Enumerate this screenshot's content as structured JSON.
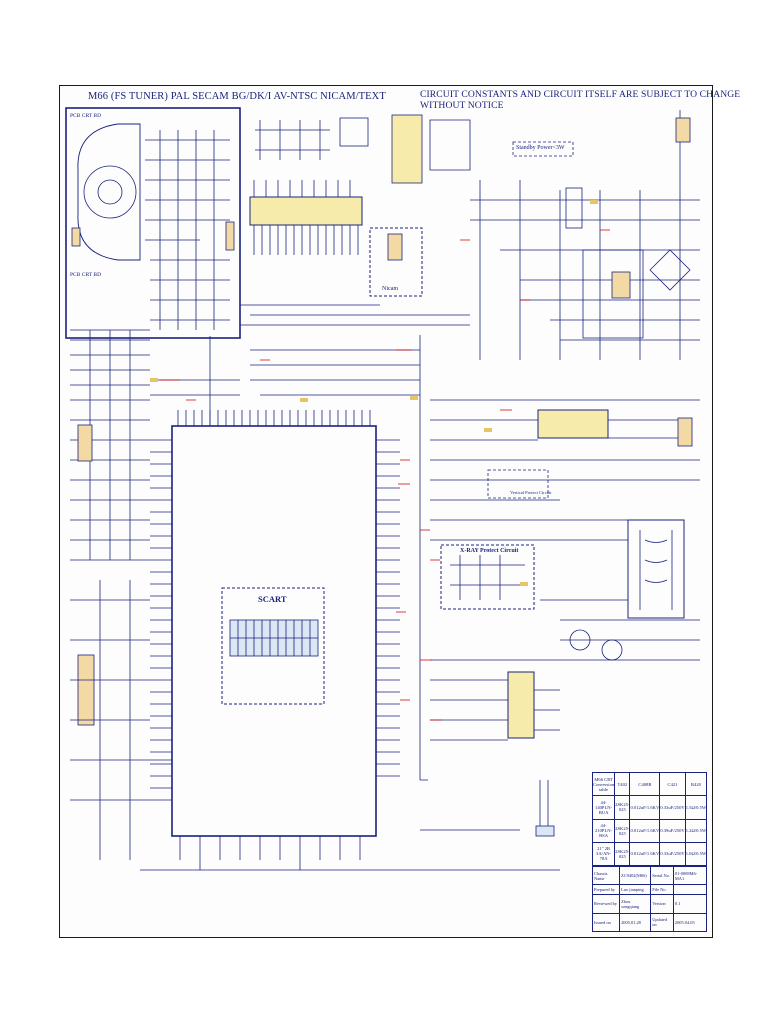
{
  "header": {
    "title_left": "M66 (FS TUNER) PAL SECAM BG/DK/I AV-NTSC NICAM/TEXT",
    "title_right": "CIRCUIT CONSTANTS AND CIRCUIT ITSELF ARE SUBJECT TO CHANGE WITHOUT NOTICE"
  },
  "blocks": {
    "crt_board": "PCB CRT BD",
    "crt_board_bottom": "PCB CRT BD",
    "standby": "Standby Power<3W",
    "nicam": "Nicam",
    "scart": "SCART",
    "xray": "X-RAY Protect Circuit",
    "vertical": "Vertical Protect Circuit"
  },
  "conversion_table": {
    "headers": [
      "M66 CRT Conversion table",
      "T402",
      "C408B",
      "C421",
      "R420"
    ],
    "rows": [
      [
        "44-140PLN-BUA",
        "2SK25-025",
        "0.012uF/1.6KV",
        "0.33uF/250V",
        "1.5Ω/0.5W"
      ],
      [
        "44-210PLN-BSA",
        "2SK25-025",
        "0.012uF/1.6KV",
        "0.39uF/250V",
        "1.2Ω/0.5W"
      ],
      [
        "21\" 2R 3A/AN-78A",
        "2SK25-025",
        "0.012uF/1.6KV",
        "0.33uF/250V",
        "1.0Ω/0.5W"
      ]
    ]
  },
  "info_table": {
    "rows": [
      [
        "Chassis Name",
        "ZC9402(M66)",
        "Serial No.",
        "01-0008M6-MA1"
      ],
      [
        "Prepared by",
        "Luo jianping",
        "File No.",
        ""
      ],
      [
        "Reviewed by",
        "Zhou songqiang",
        "Version",
        "0.1"
      ],
      [
        "Issued on",
        "2005.01.28",
        "Updated on",
        "2005.04.05"
      ]
    ]
  }
}
